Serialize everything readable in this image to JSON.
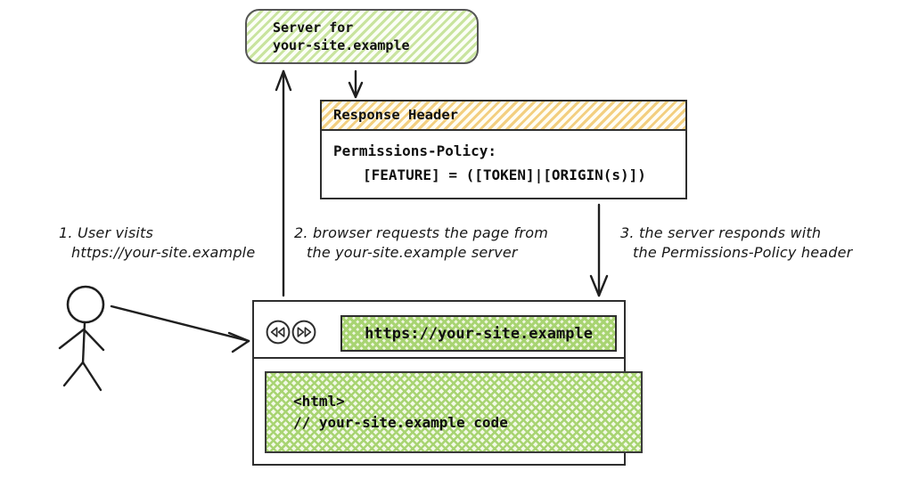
{
  "title": "Permissions-Policy header request flow",
  "colors": {
    "green_hatch": "#c9e49f",
    "orange_hatch": "#f3cf80",
    "green_cross": "#a8d472",
    "stroke": "#1f1f1f"
  },
  "server": {
    "line1": "Server for",
    "line2": "your-site.example"
  },
  "response_header": {
    "title": "Response Header",
    "policy_line1": "Permissions-Policy:",
    "policy_line2": "[FEATURE] = ([TOKEN]|[ORIGIN(s)])"
  },
  "steps": [
    {
      "line1": "1. User visits",
      "line2": "https://your-site.example"
    },
    {
      "line1": "2. browser requests the page from",
      "line2": "the your-site.example server"
    },
    {
      "line1": "3. the server responds with",
      "line2": "the Permissions-Policy header"
    }
  ],
  "browser": {
    "toolbar": {
      "back_icon": "rewind",
      "forward_icon": "fast-forward"
    },
    "url": "https://your-site.example",
    "code_line1": "<html>",
    "code_line2": "// your-site.example code"
  }
}
